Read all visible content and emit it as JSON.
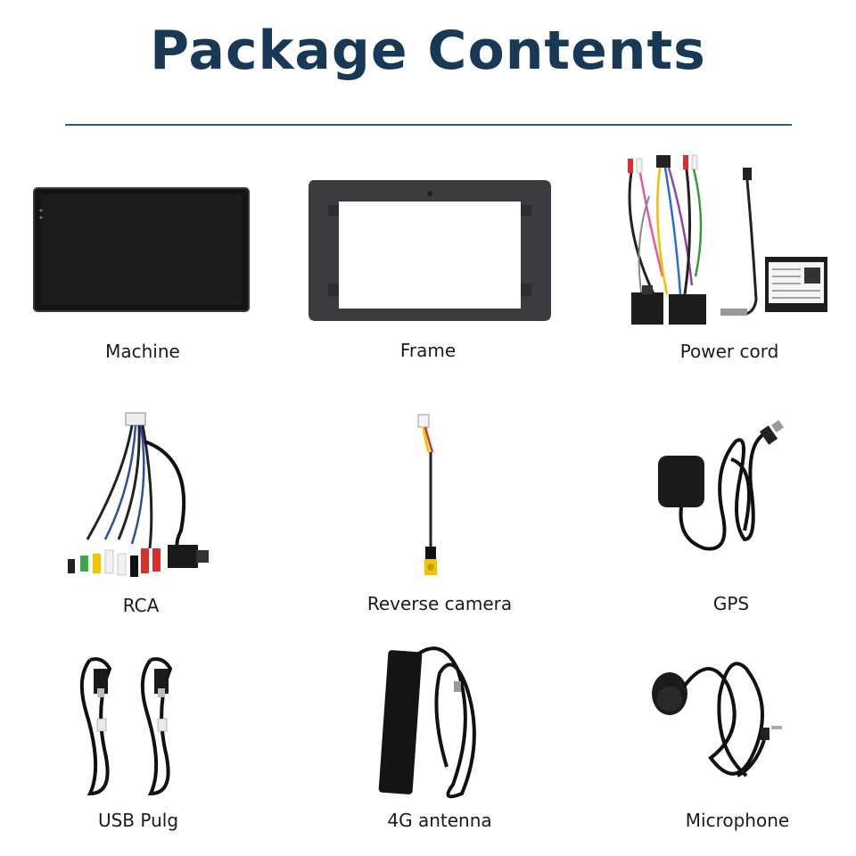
{
  "title": "Package Contents",
  "colors": {
    "title": "#173955",
    "rule": "#2a5d86",
    "device": "#1b1b1b",
    "frame": "#3a3c40",
    "connector_yellow": "#f2c400",
    "connector_red": "#d8312c",
    "connector_white": "#f2f2f2",
    "connector_green": "#39a845"
  },
  "items": [
    {
      "label": "Machine",
      "icon": "car-head-unit-screen-icon"
    },
    {
      "label": "Frame",
      "icon": "dash-mounting-frame-icon"
    },
    {
      "label": "Power cord",
      "icon": "wiring-harness-icon"
    },
    {
      "label": "RCA",
      "icon": "rca-cable-bundle-icon"
    },
    {
      "label": "Reverse camera",
      "icon": "reverse-camera-cable-icon"
    },
    {
      "label": "GPS",
      "icon": "gps-antenna-icon"
    },
    {
      "label": "USB Pulg",
      "icon": "usb-cable-icon"
    },
    {
      "label": "4G antenna",
      "icon": "4g-antenna-icon"
    },
    {
      "label": "Microphone",
      "icon": "microphone-icon"
    }
  ]
}
